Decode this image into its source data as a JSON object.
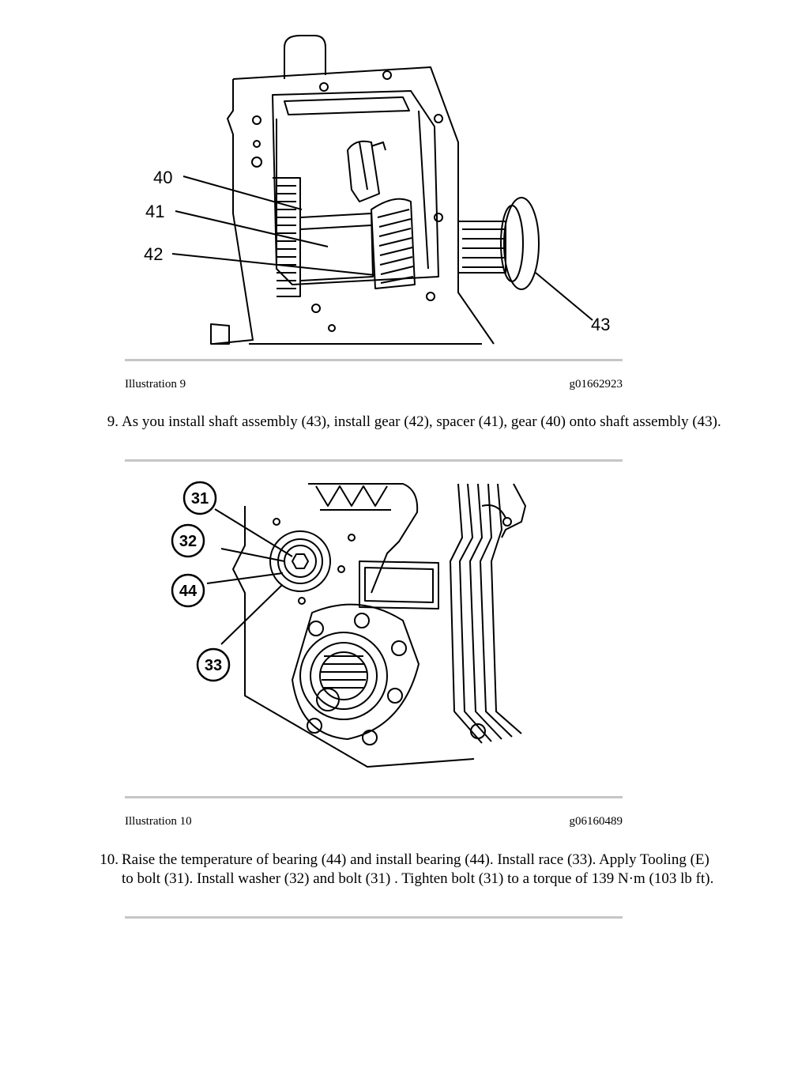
{
  "figures": [
    {
      "caption": "Illustration 9",
      "code": "g01662923",
      "callouts": [
        "40",
        "41",
        "42",
        "43"
      ]
    },
    {
      "caption": "Illustration 10",
      "code": "g06160489",
      "callouts": [
        "31",
        "32",
        "44",
        "33"
      ]
    }
  ],
  "steps": [
    {
      "number": "9.",
      "text": "As you install shaft assembly (43), install gear (42), spacer (41), gear (40) onto shaft assembly (43)."
    },
    {
      "number": "10.",
      "text": "Raise the temperature of bearing (44) and install bearing (44). Install race (33). Apply Tooling (E) to bolt (31). Install washer (32) and bolt (31) . Tighten bolt (31) to a torque of 139 N·m (103 lb ft)."
    }
  ]
}
